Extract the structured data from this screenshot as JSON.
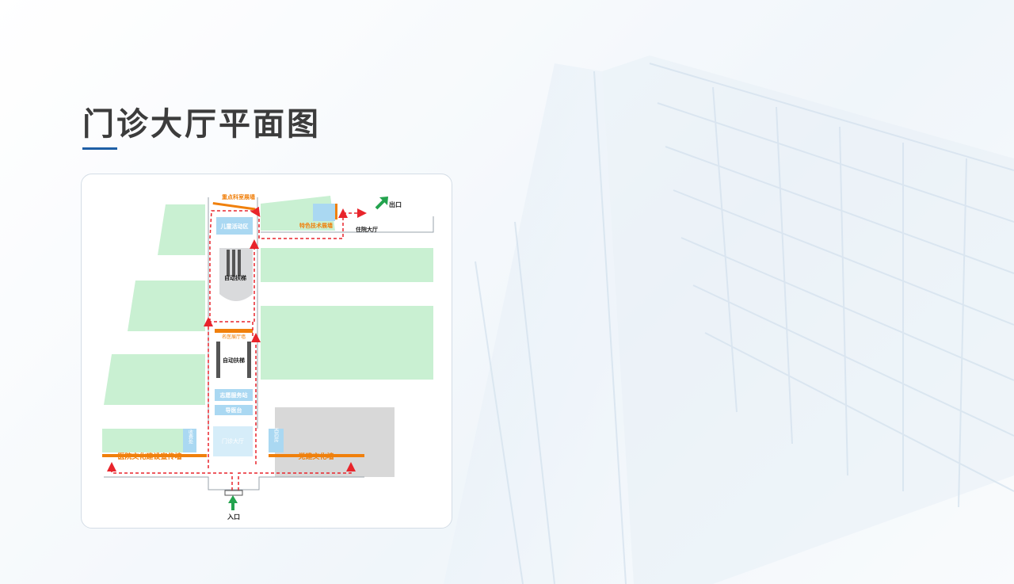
{
  "page": {
    "title": "门诊大厅平面图",
    "accent_color": "#1f5fa6"
  },
  "floor_plan": {
    "labels": {
      "key_dept_wall": "重点科室展墙",
      "children_area": "儿童活动区",
      "featured_tech_wall": "特色技术展墙",
      "exit": "出口",
      "inpatient_hall": "住院大厅",
      "escalator_upper": "自动扶梯",
      "famous_doctor_wall": "名医展厅墙",
      "escalator_lower": "自动扶梯",
      "volunteer_station": "志愿服务站",
      "guide_desk": "导医台",
      "cashier": "收费处",
      "outpatient_hall": "门诊大厅",
      "western_pharmacy": "西药房",
      "culture_wall": "医院文化建设宣传墙",
      "party_wall": "党建文化墙",
      "entrance": "入口"
    },
    "colors": {
      "room_fill": "#c9f0d2",
      "service_fill": "#aad8f2",
      "wall_orange": "#f0800c",
      "route_red": "#e8242b",
      "arrow_green": "#23a34e",
      "escalator_gray": "#d9dadc",
      "restricted_gray": "#d8d8d8"
    }
  }
}
